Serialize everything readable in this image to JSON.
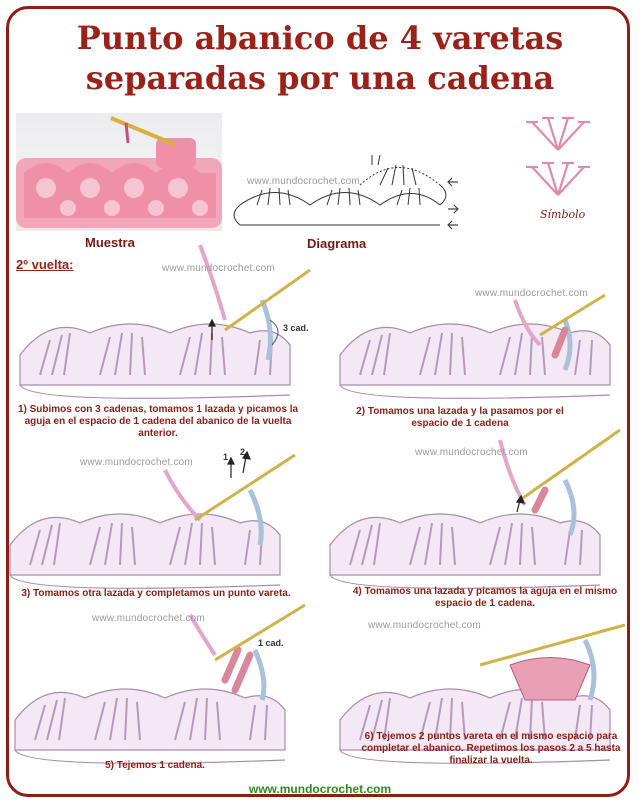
{
  "title_line1": "Punto abanico de 4 varetas",
  "title_line2": "separadas por una cadena",
  "labels": {
    "muestra": "Muestra",
    "diagrama": "Diagrama",
    "simbolo": "Símbolo",
    "vuelta": "2º vuelta:",
    "cad3": "3 cad.",
    "cad1": "1 cad.",
    "arrow1": "1",
    "arrow2": "2"
  },
  "watermark": "www.mundocrochet.com",
  "steps": [
    "1) Subimos con 3 cadenas, tomamos 1 lazada y picamos la aguja en el espacio de 1 cadena del abanico de la vuelta anterior.",
    "2) Tomamos una lazada y la pasamos por el espacio de 1 cadena",
    "3) Tomamos otra lazada y completamos un punto vareta.",
    "4) Tomamos una lazada y picamos la aguja en el  mismo espacio de 1 cadena.",
    "5) Tejemos 1 cadena.",
    "6) Tejemos 2 puntos vareta en el mismo espacio para completar el abanico. Repetimos los pasos 2 a 5 hasta finalizar la vuelta."
  ],
  "footer": "www.mundocrochet.com",
  "colors": {
    "frame": "#8f1d14",
    "title": "#9b2218",
    "yarn": "#e4a5c8",
    "highlight": "#d9859a",
    "footer": "#2f8a1e"
  }
}
